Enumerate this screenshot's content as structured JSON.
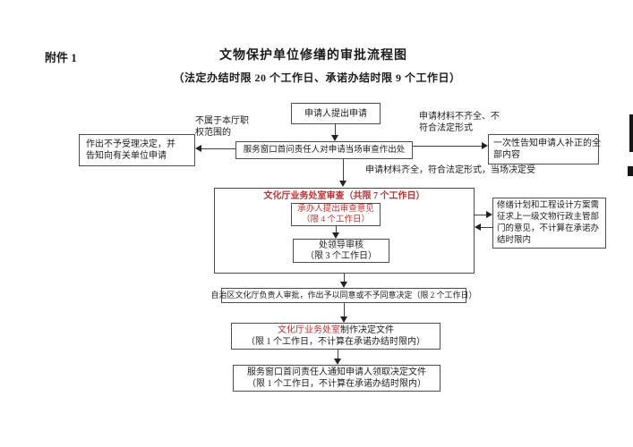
{
  "colors": {
    "accent_red": "#c03030",
    "line_color": "#3f3f3f"
  },
  "page": {
    "attachment_label": "附件 1",
    "title": "文物保护单位修缮的审批流程图",
    "subtitle": "（法定办结时限 20 个工作日、承诺办结时限 9 个工作日）"
  },
  "flowchart": {
    "start_box": "申请人提出申请",
    "window_review_box": "服务窗口首问责任人对申请当场审查作出处",
    "not_in_scope_label": {
      "line1": "不属于本厅职",
      "line2": "权范围的"
    },
    "reject_box": {
      "line1": "作出不予受理决定，并",
      "line2": "告知向有关单位申请"
    },
    "incomplete_label": {
      "line1": "申请材料不齐全、不",
      "line2": "符合法定形式"
    },
    "notify_correction_box": {
      "line1": "一次性告知申请人补正的全",
      "line2": "部内容"
    },
    "accepted_label": "申请材料齐全，符合法定形式，当场决定受",
    "dept_review": {
      "header": "文化厅业务处室审查（共限 7 个工作日）",
      "handler_box": {
        "line1": "承办人提出审查意见",
        "line2": "（限 4 个工作日）"
      },
      "leader_box": {
        "line1": "处领导审核",
        "line2": "（限 3 个工作日）"
      }
    },
    "consult_box": {
      "line1": "修缮计划和工程设计方案需",
      "line2": "征求上一级文物行政主管部",
      "line3": "门的意见，不计算在承诺办",
      "line4": "结时限内"
    },
    "approval_box": "自治区文化厅负责人审批，作出予以同意或不予同意决定（限 2 个工作日）",
    "make_document_box": {
      "red_part": "文化厅业务处室",
      "black_part": "制作决定文件",
      "line2": "（限 1 个工作日，不计算在承诺办结时限内）"
    },
    "notify_result_box": {
      "line1": "服务窗口首问责任人通知申请人领取决定文件",
      "line2": "（限 1 个工作日，不计算在承诺办结时限内）"
    }
  }
}
